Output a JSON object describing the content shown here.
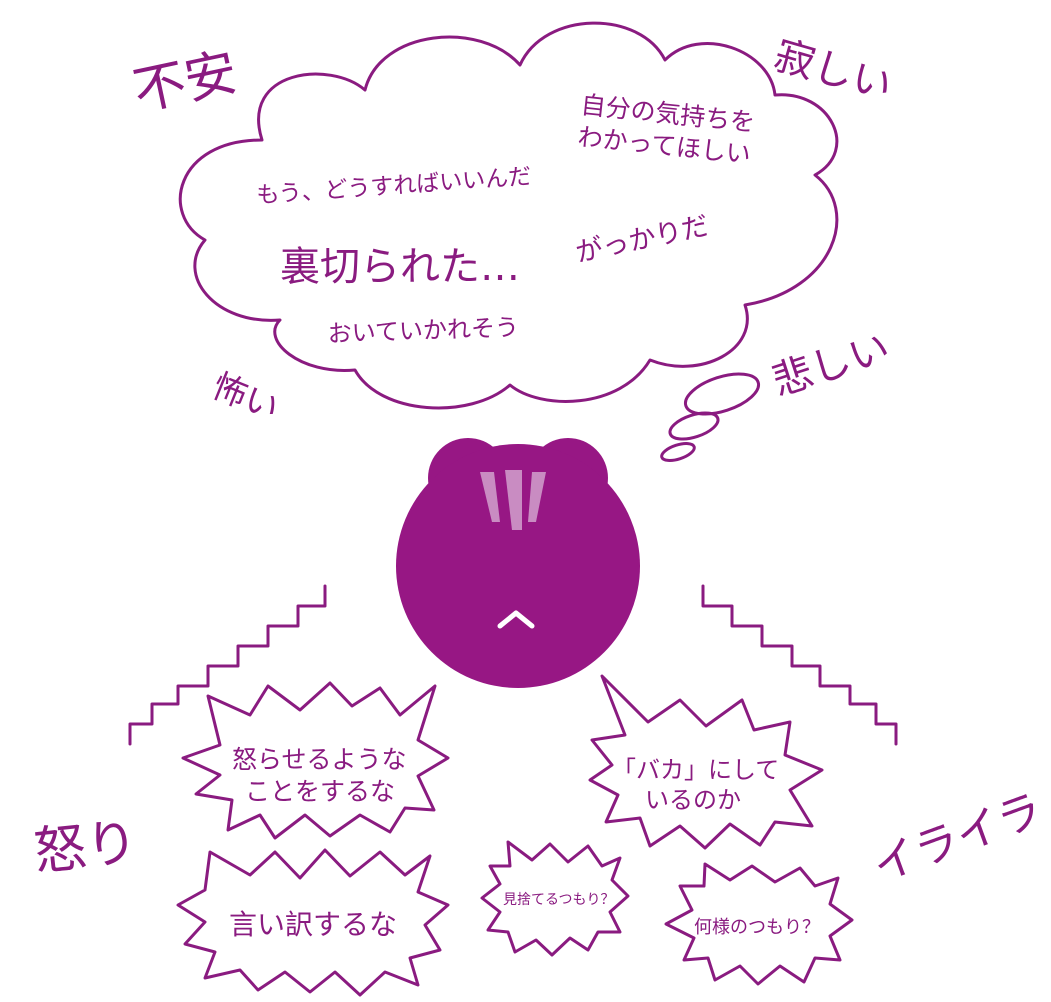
{
  "colors": {
    "accent": "#8a1b80",
    "face": "#971784",
    "stripe": "#c98cc2",
    "background": "#ffffff"
  },
  "emotions": {
    "anxiety": "不安",
    "lonely": "寂しい",
    "scared": "怖い",
    "sad": "悲しい",
    "anger": "怒り",
    "irritation": "イライラ"
  },
  "thought_cloud": {
    "want_understood_line1": "自分の気持ちを",
    "want_understood_line2": "わかってほしい",
    "what_to_do": "もう、どうすればいいんだ",
    "betrayed": "裏切られた…",
    "disappointed": "がっかりだ",
    "left_behind": "おいていかれそう"
  },
  "bursts": {
    "dont_anger_line1": "怒らせるような",
    "dont_anger_line2": "ことをするな",
    "fool_line1": "「バカ」にして",
    "fool_line2": "いるのか",
    "no_excuses": "言い訳するな",
    "abandon": "見捨てるつもり？",
    "who_do_you_think": "何様のつもり？"
  },
  "character": {
    "name": "character-face",
    "mouth_icon": "caret-up-icon"
  }
}
